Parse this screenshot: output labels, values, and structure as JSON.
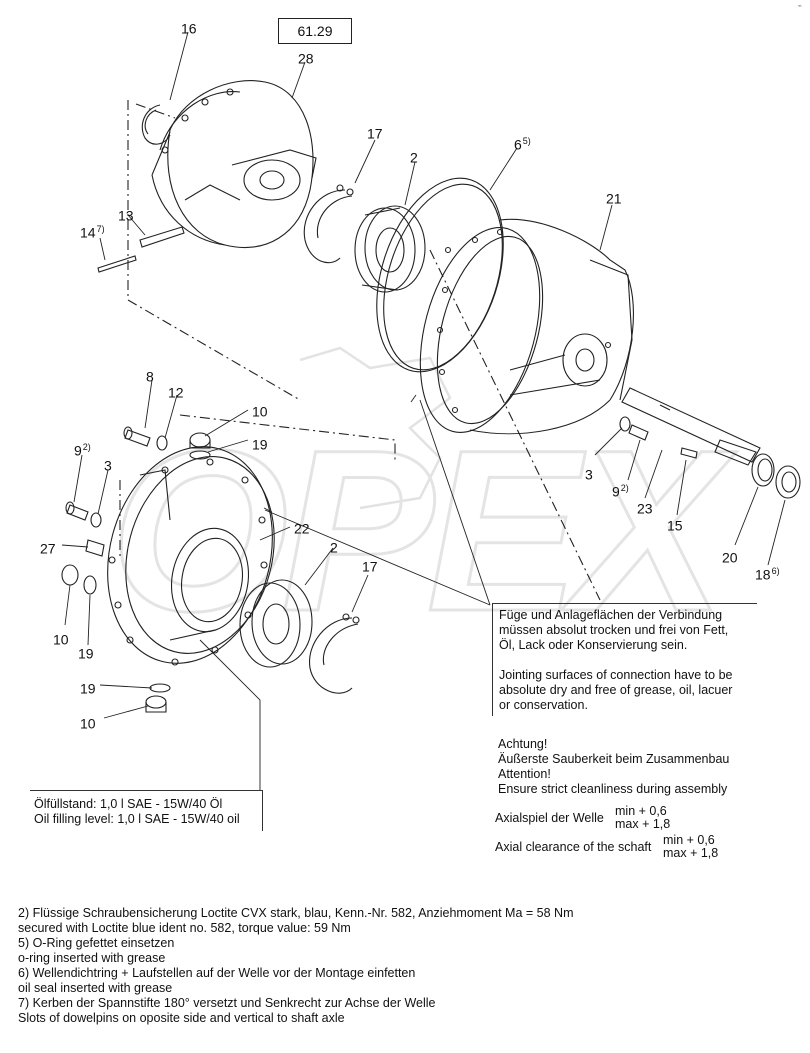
{
  "ref_number": "61.29",
  "corner_mark": "⌁",
  "watermark_text": "OPEX",
  "part_labels": [
    {
      "id": "16",
      "sup": ""
    },
    {
      "id": "28",
      "sup": ""
    },
    {
      "id": "17",
      "sup": ""
    },
    {
      "id": "2",
      "sup": ""
    },
    {
      "id": "6",
      "sup": "5)"
    },
    {
      "id": "21",
      "sup": ""
    },
    {
      "id": "14",
      "sup": "7)"
    },
    {
      "id": "13",
      "sup": ""
    },
    {
      "id": "8",
      "sup": ""
    },
    {
      "id": "12",
      "sup": ""
    },
    {
      "id": "10",
      "sup": ""
    },
    {
      "id": "19",
      "sup": ""
    },
    {
      "id": "9",
      "sup": "2)"
    },
    {
      "id": "3",
      "sup": ""
    },
    {
      "id": "27",
      "sup": ""
    },
    {
      "id": "22",
      "sup": ""
    },
    {
      "id": "2",
      "sup": ""
    },
    {
      "id": "17",
      "sup": ""
    },
    {
      "id": "10",
      "sup": ""
    },
    {
      "id": "19",
      "sup": ""
    },
    {
      "id": "19",
      "sup": ""
    },
    {
      "id": "10",
      "sup": ""
    },
    {
      "id": "3",
      "sup": ""
    },
    {
      "id": "9",
      "sup": "2)"
    },
    {
      "id": "23",
      "sup": ""
    },
    {
      "id": "15",
      "sup": ""
    },
    {
      "id": "20",
      "sup": ""
    },
    {
      "id": "18",
      "sup": "6)"
    }
  ],
  "jointing_note": {
    "de_lines": [
      "Füge und Anlageflächen der Verbindung",
      "müssen absolut trocken und frei von Fett,",
      "Öl, Lack oder Konservierung sein."
    ],
    "en_lines": [
      "Jointing surfaces of connection have to be",
      "absolute dry and free of grease, oil, lacuer",
      "or conservation."
    ]
  },
  "cleanliness_note": {
    "lines": [
      "Achtung!",
      "Äußerste Sauberkeit beim Zusammenbau",
      "Attention!",
      "Ensure strict cleanliness during assembly"
    ]
  },
  "axial": {
    "de_label": "Axialspiel der Welle",
    "en_label": "Axial clearance of the schaft",
    "min": "min  +  0,6",
    "max": "max  + 1,8"
  },
  "oil_note": {
    "de": "Ölfüllstand: 1,0 l SAE - 15W/40 Öl",
    "en": "Oil filling level: 1,0 l SAE - 15W/40 oil"
  },
  "footnotes": [
    "2)  Flüssige Schraubensicherung Loctite CVX stark, blau, Kenn.-Nr. 582, Anziehmoment Ma = 58 Nm",
    "      secured with Loctite blue ident no. 582,  torque value: 59 Nm",
    "5)   O-Ring gefettet einsetzen",
    "       o-ring inserted with grease",
    "6)  Wellendichtring + Laufstellen auf der Welle vor der Montage einfetten",
    "       oil seal inserted with grease",
    "7) Kerben der Spannstifte 180° versetzt und Senkrecht zur Achse der Welle",
    "     Slots of dowelpins on oposite side and vertical to shaft axle"
  ]
}
